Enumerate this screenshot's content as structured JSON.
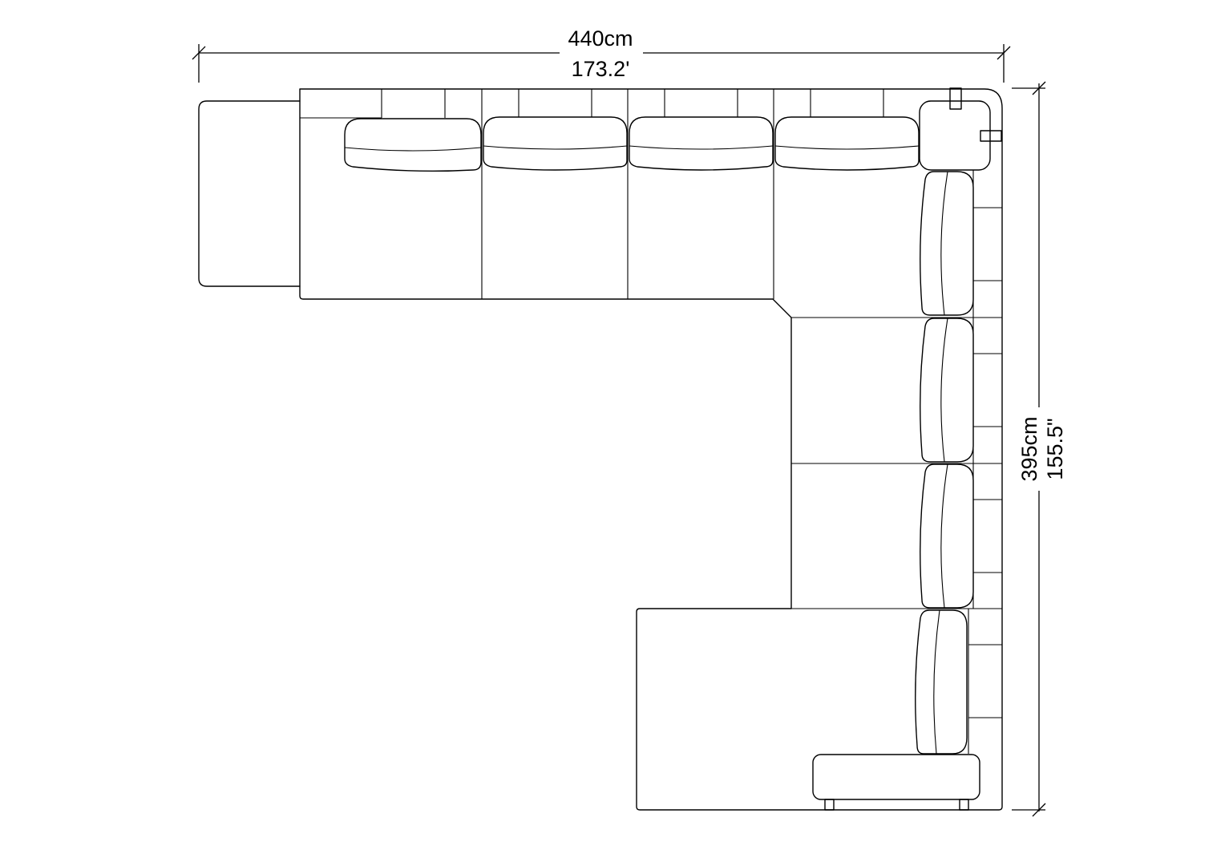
{
  "dimensions": {
    "width_cm": "440cm",
    "width_in": "173.2'",
    "depth_cm": "395cm",
    "depth_in": "155.5\""
  },
  "colors": {
    "line": "#000000",
    "background": "#ffffff"
  }
}
